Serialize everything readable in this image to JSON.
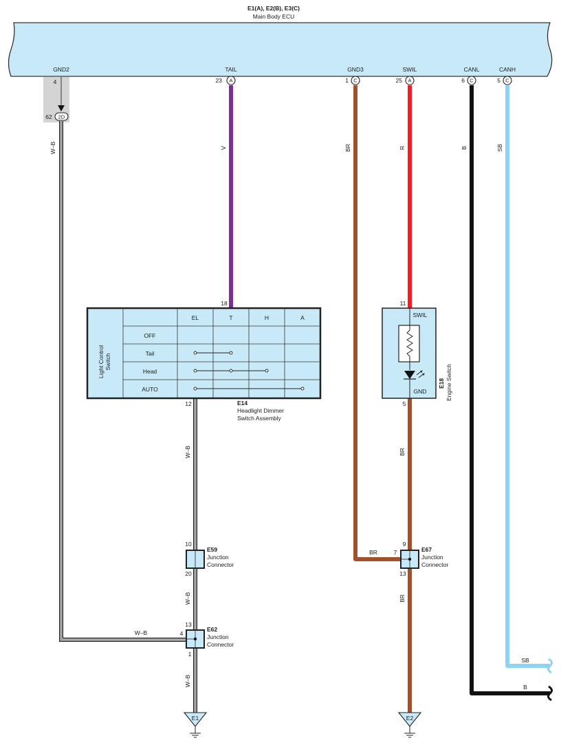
{
  "ecu": {
    "connector_title": "E1(A), E2(B), E3(C)",
    "name": "Main Body ECU",
    "pins": [
      {
        "label": "GND2",
        "num": "4",
        "conn": "",
        "wire": "W–B"
      },
      {
        "label": "TAIL",
        "num": "23",
        "conn": "A",
        "wire": "V"
      },
      {
        "label": "GND3",
        "num": "1",
        "conn": "C",
        "wire": "BR"
      },
      {
        "label": "SWIL",
        "num": "25",
        "conn": "A",
        "wire": "R"
      },
      {
        "label": "CANL",
        "num": "6",
        "conn": "C",
        "wire": "B"
      },
      {
        "label": "CANH",
        "num": "5",
        "conn": "C",
        "wire": "SB"
      }
    ],
    "gnd2_lower": {
      "num": "62",
      "conn": "2D"
    }
  },
  "switch_e14": {
    "id": "E14",
    "name_line1": "Headlight Dimmer",
    "name_line2": "Switch Assembly",
    "side_label_line1": "Light Control",
    "side_label_line2": "Switch",
    "columns": [
      "EL",
      "T",
      "H",
      "A"
    ],
    "rows": [
      "OFF",
      "Tail",
      "Head",
      "AUTO"
    ],
    "pin_top": "18",
    "pin_bottom": "12"
  },
  "switch_e18": {
    "id": "E18",
    "name": "Engine Switch",
    "top_label": "SWIL",
    "bottom_label": "GND",
    "pin_top": "11",
    "pin_bottom": "5"
  },
  "junction_e59": {
    "id": "E59",
    "line1": "Junction",
    "line2": "Connector",
    "pin_top": "10",
    "pin_bottom": "20"
  },
  "junction_e62": {
    "id": "E62",
    "line1": "Junction",
    "line2": "Connector",
    "pin_top": "13",
    "pin_left": "4",
    "pin_bottom": "1"
  },
  "junction_e67": {
    "id": "E67",
    "line1": "Junction",
    "line2": "Connector",
    "pin_top": "9",
    "pin_left": "7",
    "pin_bottom": "13"
  },
  "wires": {
    "wb_gnd2": "W–B",
    "wb_e14_e59": "W–B",
    "wb_e59_e62": "W–B",
    "wb_left_e62": "W–B",
    "wb_e62_e1": "W–B",
    "br_gnd3_e67": "BR",
    "br_e18_e67": "BR",
    "br_e67_e2": "BR",
    "sb_out": "SB",
    "b_out": "B"
  },
  "grounds": {
    "e1": "E1",
    "e2": "E2"
  },
  "colors": {
    "ecu_fill": "#c8e9f8",
    "component_fill": "#c8e9f8",
    "wire_violet": "#7a2e96",
    "wire_brown": "#a0522d",
    "wire_red": "#ee2027",
    "wire_black": "#111111",
    "wire_skyblue": "#8fd3f2"
  }
}
